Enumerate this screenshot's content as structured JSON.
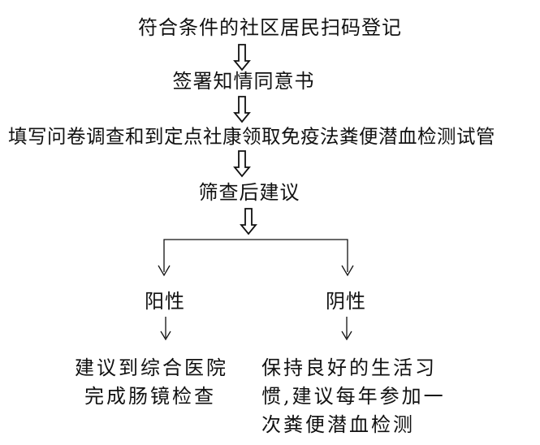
{
  "steps": [
    "符合条件的社区居民扫码登记",
    "签署知情同意书",
    "填写问卷调查和到定点社康领取免疫法粪便潜血检测试管",
    "筛查后建议"
  ],
  "branches": {
    "positive": {
      "label": "阳性",
      "result": [
        "建议到综合医院",
        "完成肠镜检查"
      ]
    },
    "negative": {
      "label": "阴性",
      "result": [
        "保持良好的生活习",
        "惯,建议每年参加一",
        "次粪便潜血检测"
      ]
    }
  },
  "colors": {
    "line": "#111111",
    "text": "#111111",
    "background": "#ffffff"
  }
}
